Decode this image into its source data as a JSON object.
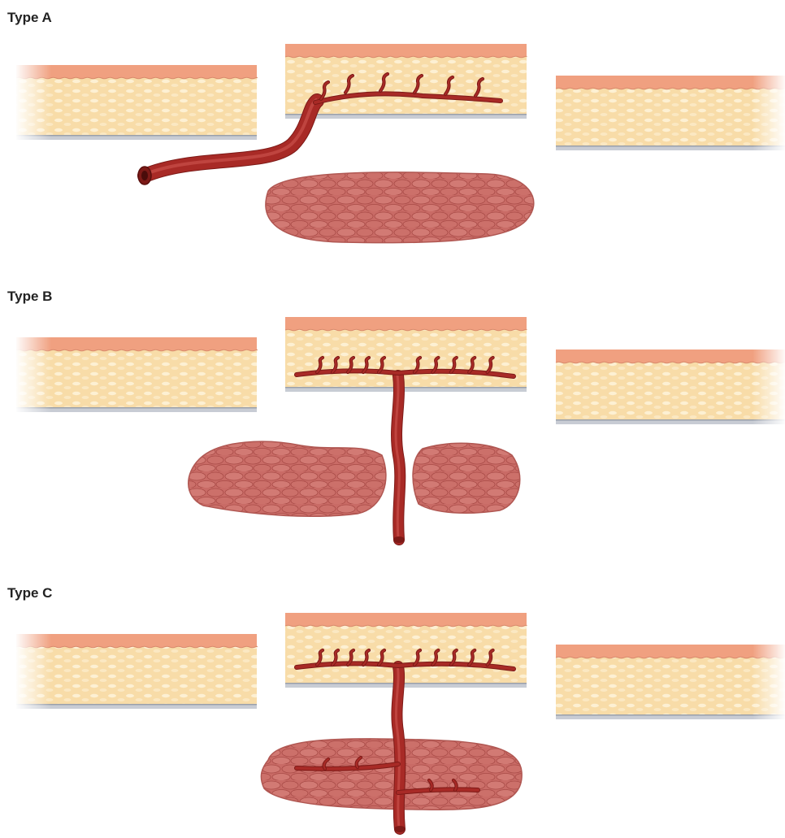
{
  "panels": [
    {
      "label": "Type A",
      "branch_type": "A"
    },
    {
      "label": "Type B",
      "branch_type": "B"
    },
    {
      "label": "Type C",
      "branch_type": "C"
    }
  ],
  "colors": {
    "epidermis": "#f0a080",
    "dermis": "#f8dfae",
    "dermis_spot": "#fdf0d3",
    "fascia": "#c8ccd4",
    "vessel": "#a82a26",
    "vessel_dark": "#7d1a17",
    "muscle": "#c96b66",
    "muscle_line": "#a84a46"
  }
}
